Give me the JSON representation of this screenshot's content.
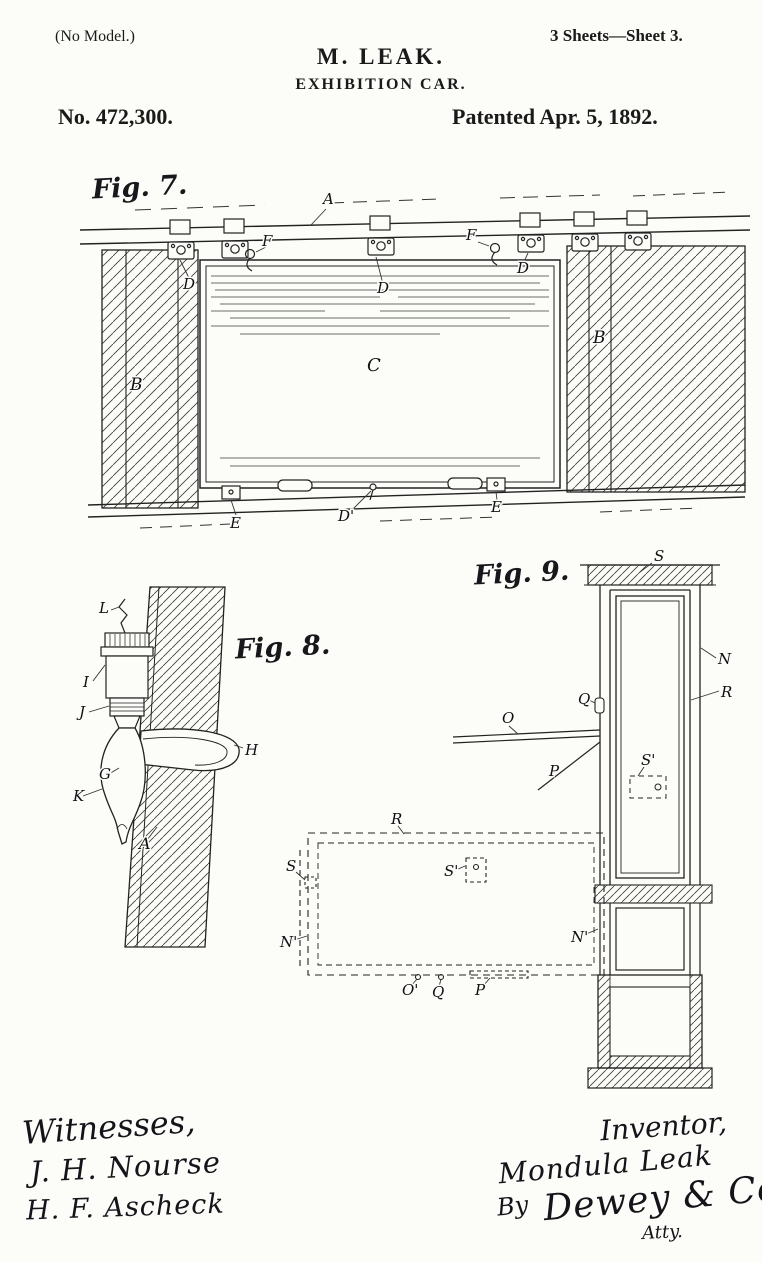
{
  "header": {
    "no_model": "(No Model.)",
    "sheets": "3 Sheets—Sheet 3.",
    "inventor_name": "M. LEAK.",
    "title": "EXHIBITION CAR.",
    "patent_number": "No. 472,300.",
    "patent_date": "Patented Apr. 5, 1892."
  },
  "fig7": {
    "caption": "Fig. 7.",
    "parts": {
      "A": "A",
      "B": "B",
      "C": "C",
      "D": "D",
      "D_p": "D'",
      "E": "E",
      "F": "F"
    }
  },
  "fig8": {
    "caption": "Fig. 8.",
    "parts": {
      "L": "L",
      "I": "I",
      "J": "J",
      "K": "K",
      "G": "G",
      "H": "H",
      "A": "A"
    }
  },
  "fig9": {
    "caption": "Fig. 9.",
    "parts": {
      "S": "S",
      "S_p": "S'",
      "N": "N",
      "N_p": "N'",
      "R": "R",
      "Q": "Q",
      "O": "O",
      "O_p": "O'",
      "P": "P"
    }
  },
  "signatures": {
    "witnesses_heading": "Witnesses,",
    "witness1": "J. H. Nourse",
    "witness2": "H. F. Ascheck",
    "inventor_heading": "Inventor,",
    "inventor_signature": "Mondula Leak",
    "by": "By",
    "attorney_signature": "Dewey & Co",
    "atty": "Atty."
  }
}
